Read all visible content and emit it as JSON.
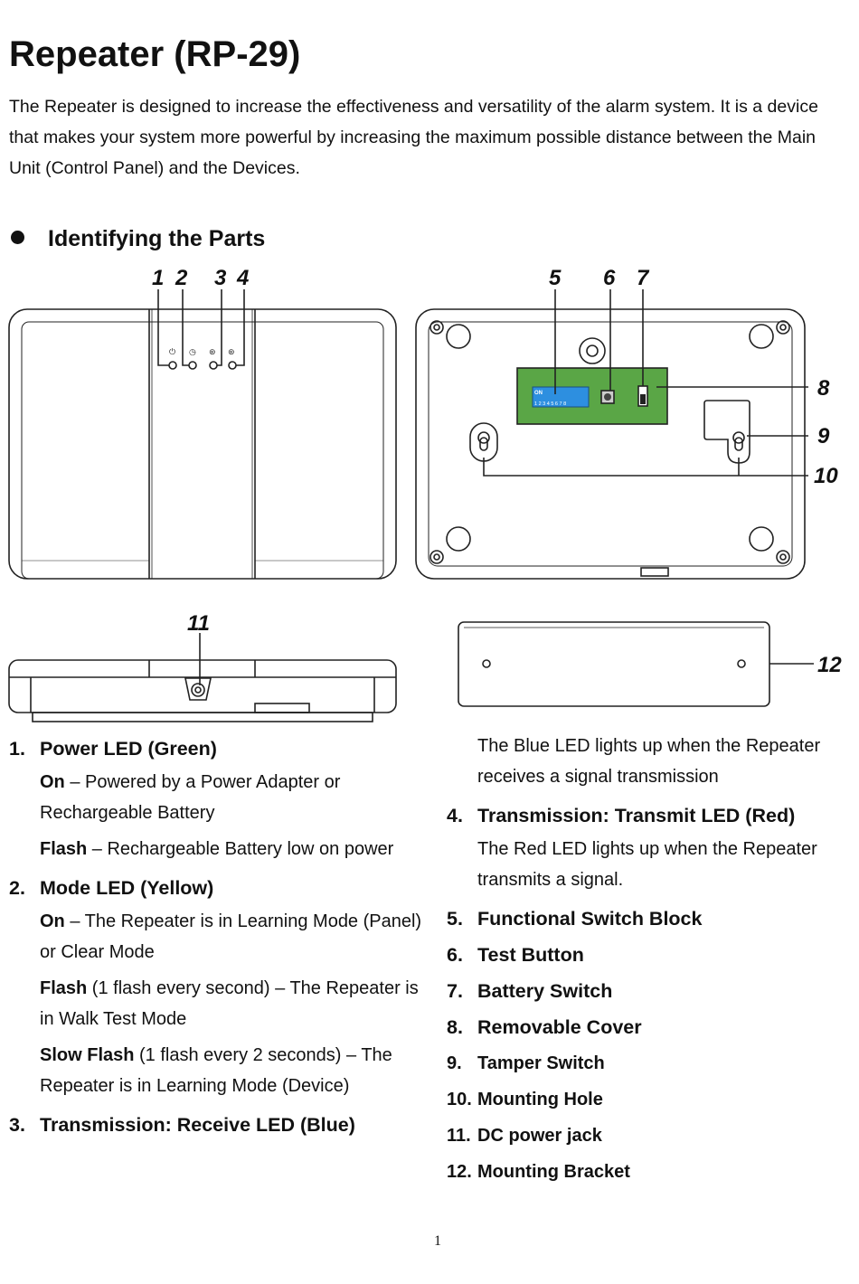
{
  "title": "Repeater (RP-29)",
  "intro": "The Repeater is designed to increase the effectiveness and versatility of the alarm system. It is a device that makes your system more powerful by increasing the maximum possible distance between the Main Unit (Control Panel) and the Devices.",
  "section_title": "Identifying the Parts",
  "callouts": [
    "1",
    "2",
    "3",
    "4",
    "5",
    "6",
    "7",
    "8",
    "9",
    "10",
    "11",
    "12"
  ],
  "dip_label": "ON",
  "dip_numbers": "1 2 3 4 5 6 7 8",
  "left_items": [
    {
      "num": "1.",
      "title": "Power LED (Green)",
      "d1_bold": "On",
      "d1_text": " – Powered by a Power Adapter or Rechargeable Battery",
      "d2_bold": "Flash",
      "d2_text": " – Rechargeable Battery low on power"
    },
    {
      "num": "2.",
      "title": "Mode LED (Yellow)",
      "d1_bold": "On",
      "d1_text": " – The Repeater is in Learning Mode (Panel) or Clear Mode",
      "d2_bold": "Flash",
      "d2_text": " (1 flash every second) – The Repeater is in Walk Test Mode",
      "d3_bold": "Slow Flash",
      "d3_text": " (1 flash every 2 seconds) – The Repeater is in Learning Mode (Device)"
    },
    {
      "num": "3.",
      "title": "Transmission: Receive LED (Blue)"
    }
  ],
  "right_items": [
    {
      "desc": "The Blue LED lights up when the Repeater receives a signal transmission"
    },
    {
      "num": "4.",
      "title": "Transmission: Transmit LED (Red)",
      "desc": "The Red LED lights up when the Repeater transmits a signal."
    },
    {
      "num": "5.",
      "title": "Functional Switch Block"
    },
    {
      "num": "6.",
      "title": "Test Button"
    },
    {
      "num": "7.",
      "title": "Battery Switch"
    },
    {
      "num": "8.",
      "title": "Removable Cover"
    },
    {
      "num": "9.",
      "title": "Tamper Switch"
    },
    {
      "num": "10.",
      "title": "Mounting Hole"
    },
    {
      "num": "11.",
      "title": "DC power jack"
    },
    {
      "num": "12.",
      "title": "Mounting Bracket"
    }
  ],
  "page_number": "1",
  "colors": {
    "pcb_green": "#5aa646",
    "dip_blue": "#2d8fe0",
    "line": "#222222"
  }
}
